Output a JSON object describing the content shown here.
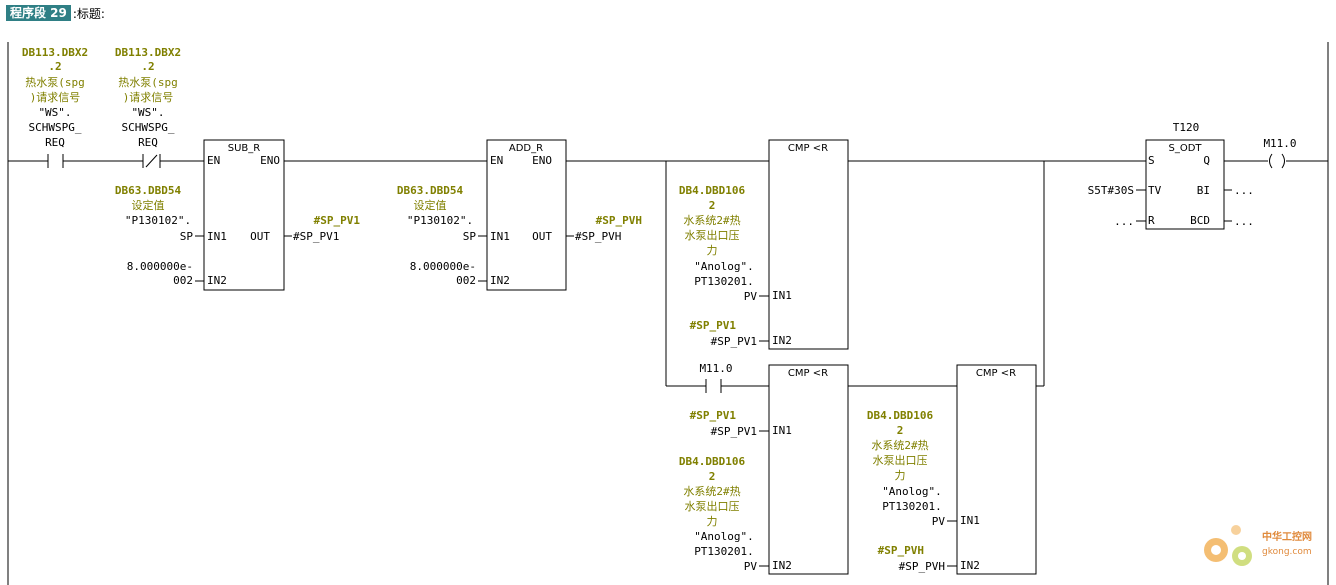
{
  "header": {
    "segment_label": "程序段 29",
    "title": ":标题:"
  },
  "contacts": {
    "c1": {
      "address": "DB113.DBX2",
      "address2": ".2",
      "comment1": "热水泵(spg",
      "comment2": ")请求信号",
      "symbol1": "\"WS\".",
      "symbol2": "SCHWSPG_",
      "symbol3": "REQ"
    },
    "c2": {
      "address": "DB113.DBX2",
      "address2": ".2",
      "comment1": "热水泵(spg",
      "comment2": ")请求信号",
      "symbol1": "\"WS\".",
      "symbol2": "SCHWSPG_",
      "symbol3": "REQ"
    },
    "m110_contact": "M11.0"
  },
  "sub_r": {
    "name": "SUB_R",
    "en": "EN",
    "eno": "ENO",
    "in1": "IN1",
    "in2": "IN2",
    "out": "OUT",
    "in1_addr": "DB63.DBD54",
    "in1_cmt": "设定值",
    "in1_sym1": "\"P130102\".",
    "in1_sym2": "SP",
    "in2_val1": "8.000000e-",
    "in2_val2": "002",
    "out_label": "#SP_PV1",
    "out_val": "#SP_PV1"
  },
  "add_r": {
    "name": "ADD_R",
    "en": "EN",
    "eno": "ENO",
    "in1": "IN1",
    "in2": "IN2",
    "out": "OUT",
    "in1_addr": "DB63.DBD54",
    "in1_cmt": "设定值",
    "in1_sym1": "\"P130102\".",
    "in1_sym2": "SP",
    "in2_val1": "8.000000e-",
    "in2_val2": "002",
    "out_label": "#SP_PVH",
    "out_val": "#SP_PVH"
  },
  "cmp1": {
    "name": "CMP <R",
    "in1": "IN1",
    "in2": "IN2",
    "a_addr1": "DB4.DBD106",
    "a_addr2": "2",
    "a_cmt1": "水系统2#热",
    "a_cmt2": "水泵出口压",
    "a_cmt3": "力",
    "a_sym1": "\"Anolog\".",
    "a_sym2": "PT130201.",
    "a_sym3": "PV",
    "b_label": "#SP_PV1",
    "b_val": "#SP_PV1"
  },
  "cmp2": {
    "name": "CMP <R",
    "in1": "IN1",
    "in2": "IN2",
    "a_label": "#SP_PV1",
    "a_val": "#SP_PV1",
    "b_addr1": "DB4.DBD106",
    "b_addr2": "2",
    "b_cmt1": "水系统2#热",
    "b_cmt2": "水泵出口压",
    "b_cmt3": "力",
    "b_sym1": "\"Anolog\".",
    "b_sym2": "PT130201.",
    "b_sym3": "PV"
  },
  "cmp3": {
    "name": "CMP <R",
    "in1": "IN1",
    "in2": "IN2",
    "a_addr1": "DB4.DBD106",
    "a_addr2": "2",
    "a_cmt1": "水系统2#热",
    "a_cmt2": "水泵出口压",
    "a_cmt3": "力",
    "a_sym1": "\"Anolog\".",
    "a_sym2": "PT130201.",
    "a_sym3": "PV",
    "b_label": "#SP_PVH",
    "b_val": "#SP_PVH"
  },
  "timer": {
    "id": "T120",
    "name": "S_ODT",
    "s": "S",
    "q": "Q",
    "tv": "TV",
    "bi": "BI",
    "r": "R",
    "bcd": "BCD",
    "tv_val": "S5T#30S",
    "r_val": "...",
    "bi_val": "...",
    "bcd_val": "..."
  },
  "coil": {
    "address": "M11.0",
    "symbol": "( )"
  },
  "watermark": {
    "line1": "中华工控网",
    "line2": "gkong.com"
  }
}
